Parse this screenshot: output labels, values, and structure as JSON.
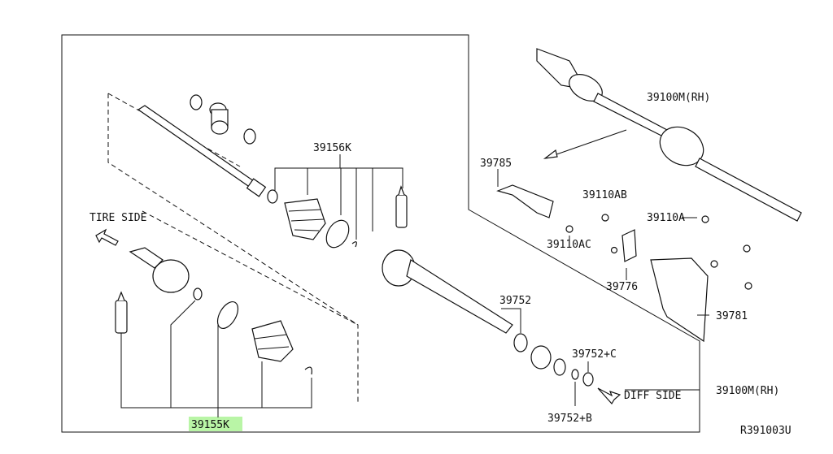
{
  "labels": {
    "p39100m_top": "39100M(RH)",
    "p39156k": "39156K",
    "tire_side": "TIRE SIDE",
    "p39785": "39785",
    "p39110ab": "39110AB",
    "p39110a": "39110A",
    "p39110ac": "39110AC",
    "p39776": "39776",
    "p39781": "39781",
    "p39752": "39752",
    "p39752c": "39752+C",
    "p39100m_bottom": "39100M(RH)",
    "diff_side": "DIFF SIDE",
    "p39752b": "39752+B",
    "p39155k": "39155K",
    "ref_code": "R391003U"
  },
  "colors": {
    "line": "#111111",
    "highlight": "#b9f5a6",
    "background": "#ffffff"
  }
}
